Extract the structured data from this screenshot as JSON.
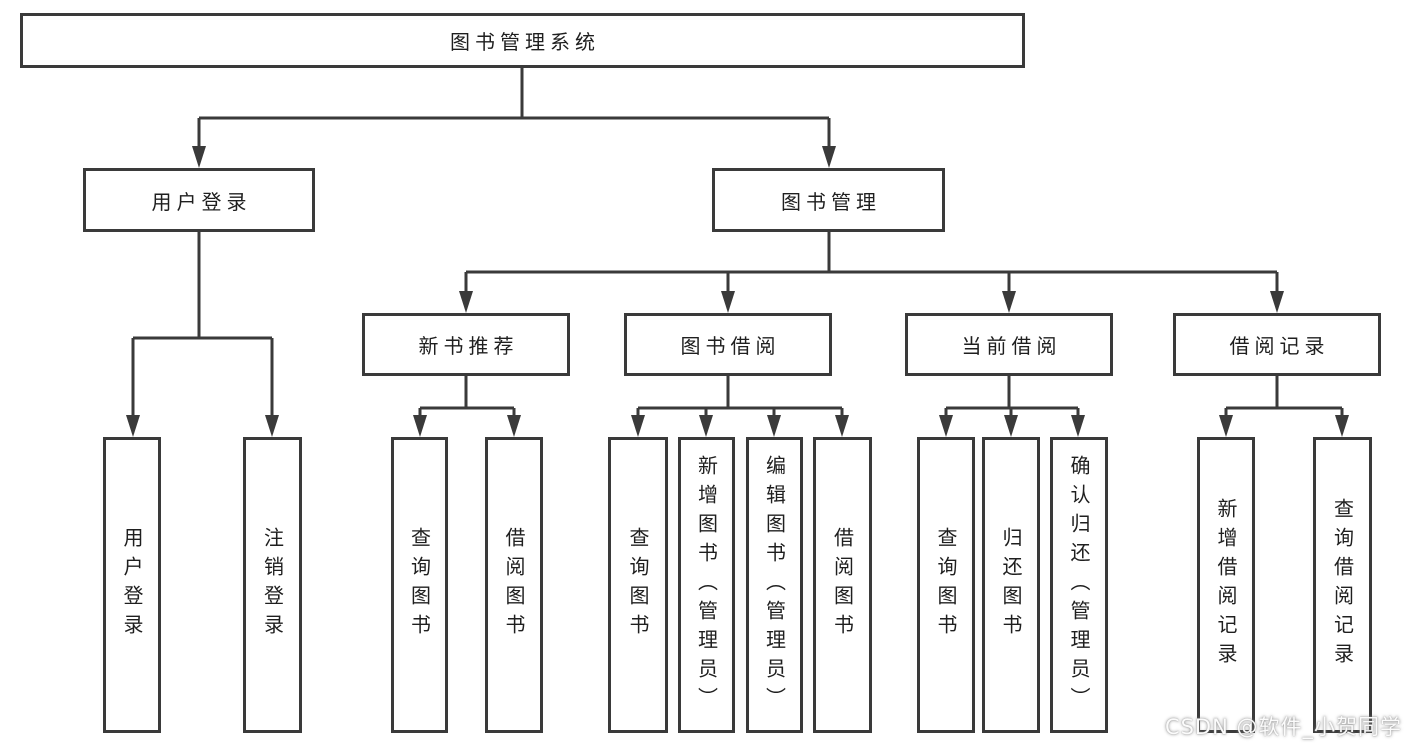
{
  "diagram": {
    "root": "图书管理系统",
    "level2": [
      {
        "id": "user-login",
        "label": "用户登录",
        "children": [
          "用户登录",
          "注销登录"
        ]
      },
      {
        "id": "book-management",
        "label": "图书管理"
      }
    ],
    "modules": [
      {
        "id": "new-book-recommend",
        "label": "新书推荐",
        "children": [
          "查询图书",
          "借阅图书"
        ]
      },
      {
        "id": "book-borrow",
        "label": "图书借阅",
        "children": [
          "查询图书",
          "新增图书（管理员）",
          "编辑图书（管理员）",
          "借阅图书"
        ]
      },
      {
        "id": "current-borrow",
        "label": "当前借阅",
        "children": [
          "查询图书",
          "归还图书",
          "确认归还（管理员）"
        ]
      },
      {
        "id": "borrow-record",
        "label": "借阅记录",
        "children": [
          "新增借阅记录",
          "查询借阅记录"
        ]
      }
    ],
    "watermark": "CSDN @软件_小贺同学"
  },
  "colors": {
    "line": "#3a3a3a",
    "text": "#1f1f1f",
    "background": "#ffffff",
    "watermark": "#fbfbfb"
  }
}
